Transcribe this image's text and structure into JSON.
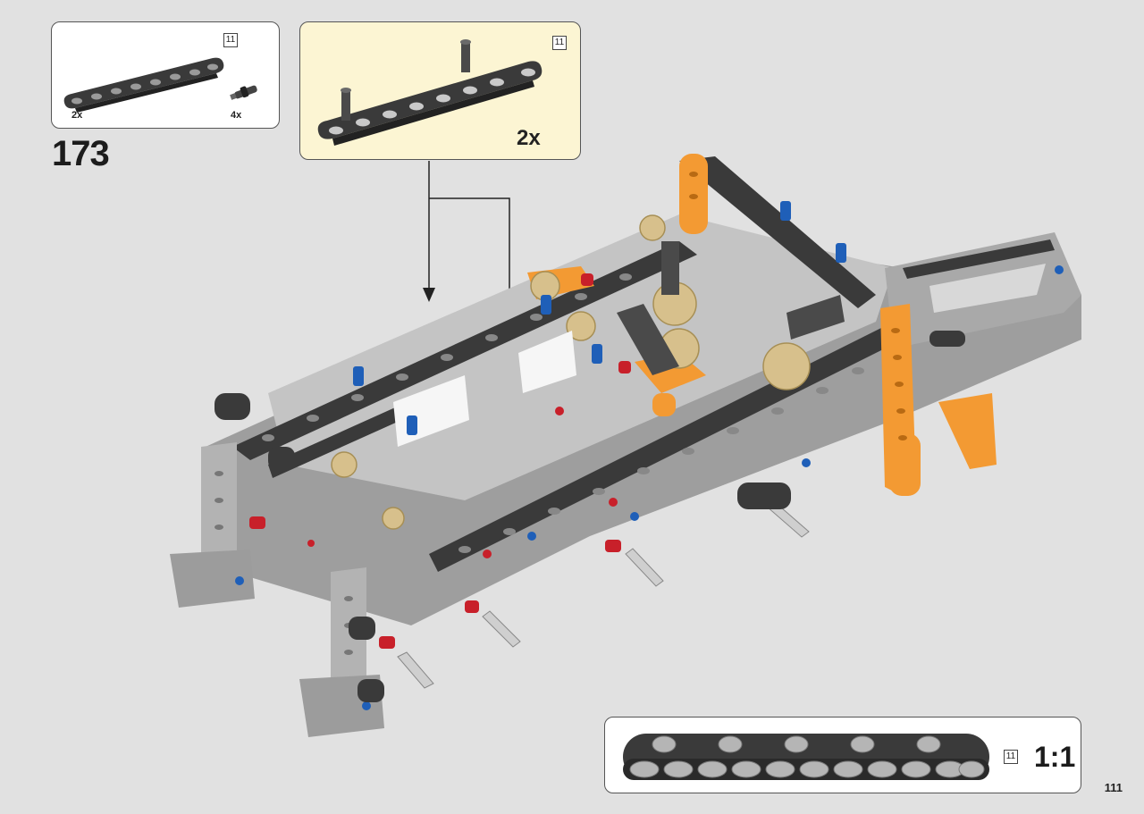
{
  "step": {
    "number": "173"
  },
  "page": {
    "number": "111"
  },
  "parts_panel": {
    "items": [
      {
        "name": "beam",
        "quantity": "2x",
        "length_badge": "11"
      },
      {
        "name": "connector-pin",
        "quantity": "4x"
      }
    ]
  },
  "subassembly_callout": {
    "quantity": "2x",
    "length_badge": "11"
  },
  "scale_guide": {
    "length_badge": "11",
    "label": "1:1"
  },
  "colors": {
    "background": "#e1e1e1",
    "callout_cream": "#fcf5d3",
    "beam_dark": "#3a3a3a",
    "beam_light": "#b9b9b9",
    "orange": "#f39a33",
    "tan": "#d7c08c",
    "blue": "#1f5fb8",
    "red": "#c8202a"
  }
}
